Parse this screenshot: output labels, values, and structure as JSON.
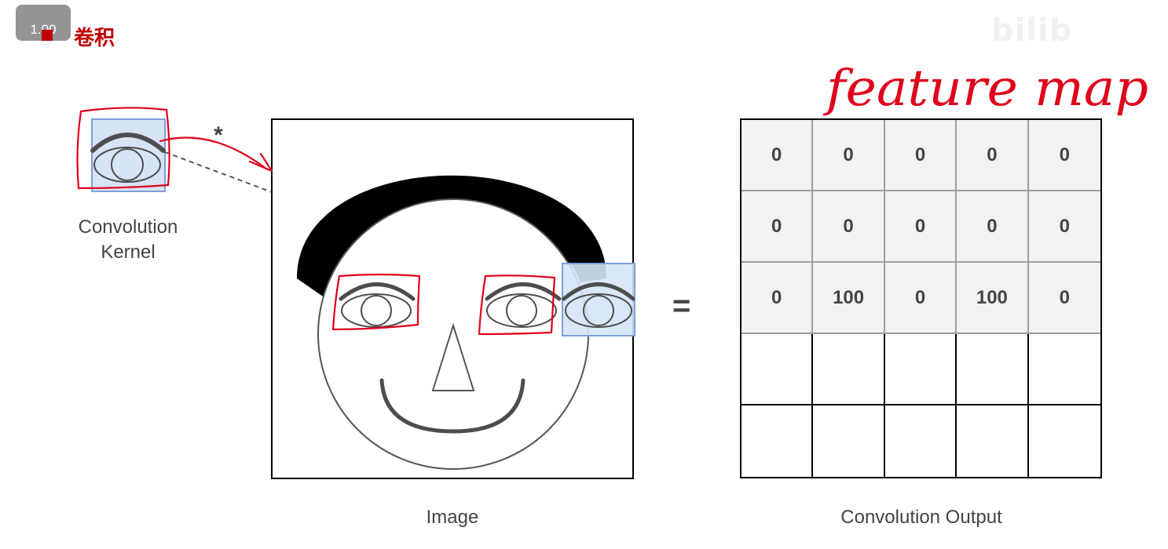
{
  "player": {
    "speed": "1.00"
  },
  "slide": {
    "title": "卷积"
  },
  "watermark": {
    "text": "bilib"
  },
  "kernel": {
    "caption_line1": "Convolution",
    "caption_line2": "Kernel"
  },
  "image": {
    "caption": "Image"
  },
  "operators": {
    "convolve": "*",
    "equals": "="
  },
  "output": {
    "caption": "Convolution Output",
    "rows": [
      [
        "0",
        "0",
        "0",
        "0",
        "0"
      ],
      [
        "0",
        "0",
        "0",
        "0",
        "0"
      ],
      [
        "0",
        "100",
        "0",
        "100",
        "0"
      ],
      [
        "",
        "",
        "",
        "",
        ""
      ],
      [
        "",
        "",
        "",
        "",
        ""
      ]
    ],
    "filled_rows": 3
  },
  "annotation": {
    "handwriting": "feature map",
    "color": "#e0001a"
  },
  "colors": {
    "title": "#c00000",
    "window_fill": "#d6e4f7",
    "window_stroke": "#7c9fd9"
  }
}
